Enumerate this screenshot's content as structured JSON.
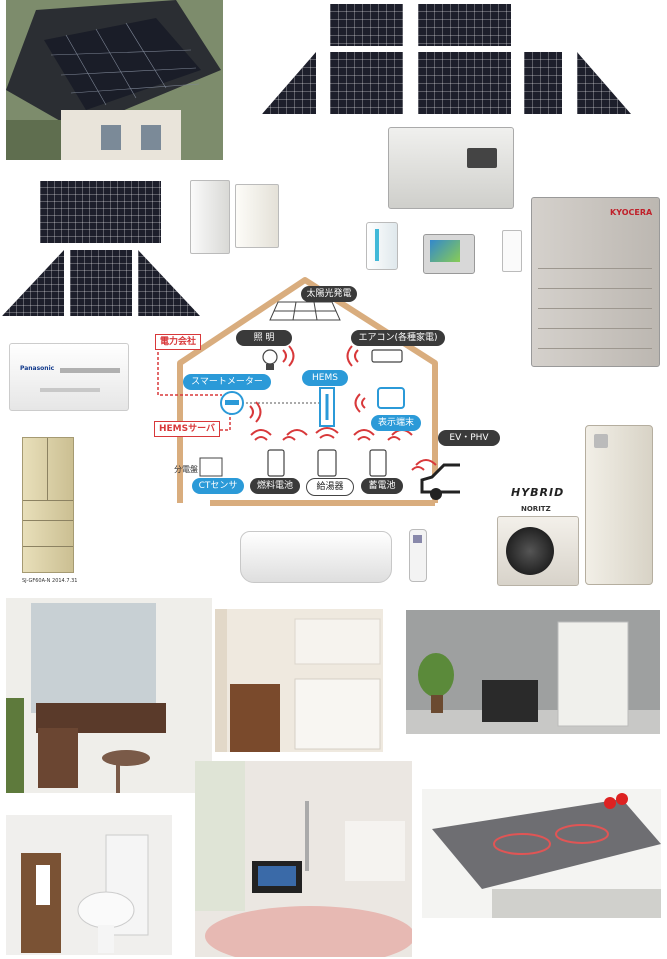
{
  "diagram": {
    "solar_label": "太陽光発電",
    "lighting_label": "照 明",
    "aircon_label": "エアコン(各種家電)",
    "power_company_label": "電力会社",
    "smart_meter_label": "スマートメーター",
    "hems_label": "HEMS",
    "hems_server_label": "HEMSサーバ",
    "display_label": "表示端末",
    "ev_label": "EV・PHV",
    "panel_board_label": "分電盤",
    "ct_sensor_label": "CTセンサ",
    "fuel_cell_label": "燃料電池",
    "water_heater_label": "給湯器",
    "storage_battery_label": "蓄電池"
  },
  "products": {
    "battery_brand": "KYOCERA",
    "hybrid_label": "HYBRID",
    "noritz_label": "NORITZ",
    "fridge_caption": "SJ-GF60A-N  2014.7.31",
    "panasonic_label": "Panasonic"
  },
  "colors": {
    "house_outline": "#d9ad7e",
    "pill_dark": "#3a3a3a",
    "pill_blue": "#2b9ad8",
    "signal_red": "#d8383a"
  }
}
